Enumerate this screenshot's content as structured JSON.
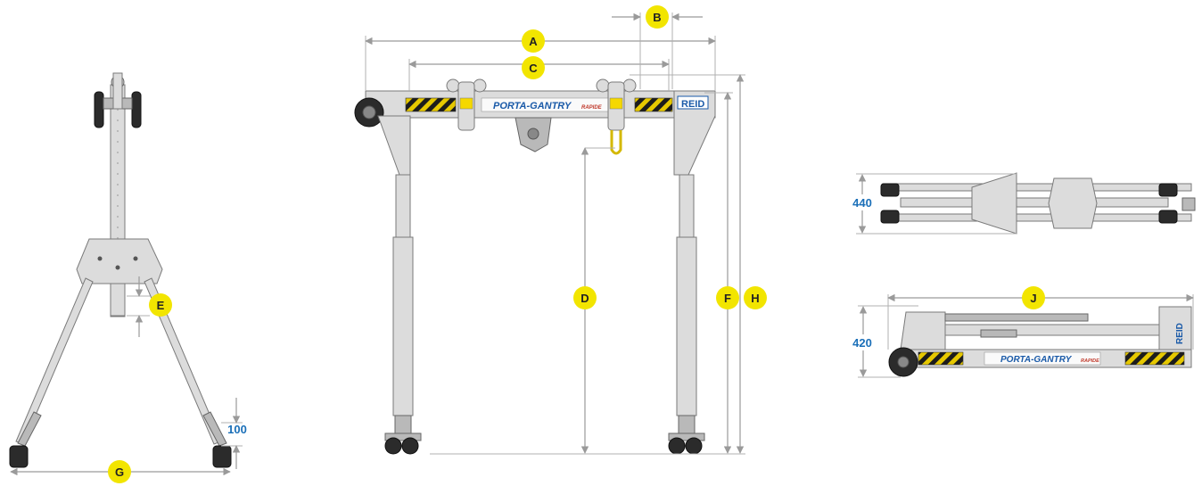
{
  "labels": {
    "A": "A",
    "B": "B",
    "C": "C",
    "D": "D",
    "E": "E",
    "F": "F",
    "G": "G",
    "H": "H",
    "J": "J"
  },
  "dimensions": {
    "fold_width": "440",
    "fold_height": "420",
    "foot_height": "100"
  },
  "branding": {
    "product": "PORTA-GANTRY",
    "product_suffix": "RAPIDE",
    "brand": "REID"
  },
  "colors": {
    "label_circle": "#f2e500",
    "dimension_text": "#1a6fb8",
    "dimension_line": "#9a9a9a",
    "hazard_yellow": "#e6c800",
    "hazard_black": "#1c1c1c",
    "brand_blue": "#1a5aa8"
  }
}
